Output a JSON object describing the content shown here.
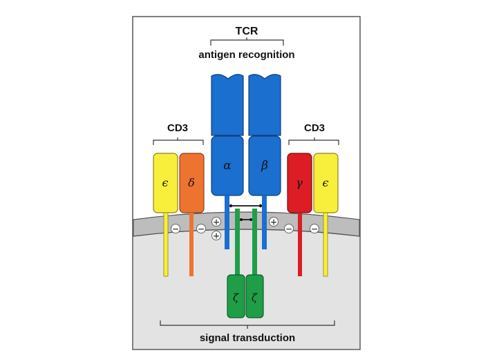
{
  "labels": {
    "tcr": "TCR",
    "antigen_recognition": "antigen recognition",
    "cd3_left": "CD3",
    "cd3_right": "CD3",
    "signal_transduction": "signal transduction"
  },
  "chains": {
    "alpha": "α",
    "beta": "β",
    "epsilon_left": "ϵ",
    "delta": "δ",
    "gamma": "γ",
    "epsilon_right": "ϵ",
    "zeta_left": "ζ",
    "zeta_right": "ζ"
  },
  "charges": {
    "minus": "−",
    "plus": "+"
  },
  "colors": {
    "tcr_blue": "#1a6fcf",
    "cd3_epsilon_yellow": "#f8ee3c",
    "cd3_delta_orange": "#ec7430",
    "cd3_gamma_red": "#dc1d25",
    "zeta_green": "#1f9e47",
    "membrane_gray": "#bdbdbd",
    "cytoplasm_gray": "#e3e3e3"
  }
}
